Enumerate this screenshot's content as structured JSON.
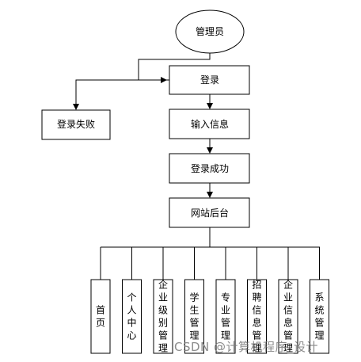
{
  "nodes": {
    "admin": "管理员",
    "login": "登录",
    "login_failed": "登录失败",
    "input_info": "输入信息",
    "login_success": "登录成功",
    "backend": "网站后台"
  },
  "modules": [
    "首页",
    "个人中心",
    "企业级别管理",
    "学生管理",
    "专业管理",
    "招聘信息管理",
    "企业信息管理",
    "系统管理"
  ],
  "watermark": "CSDN @计算机程序_设计"
}
